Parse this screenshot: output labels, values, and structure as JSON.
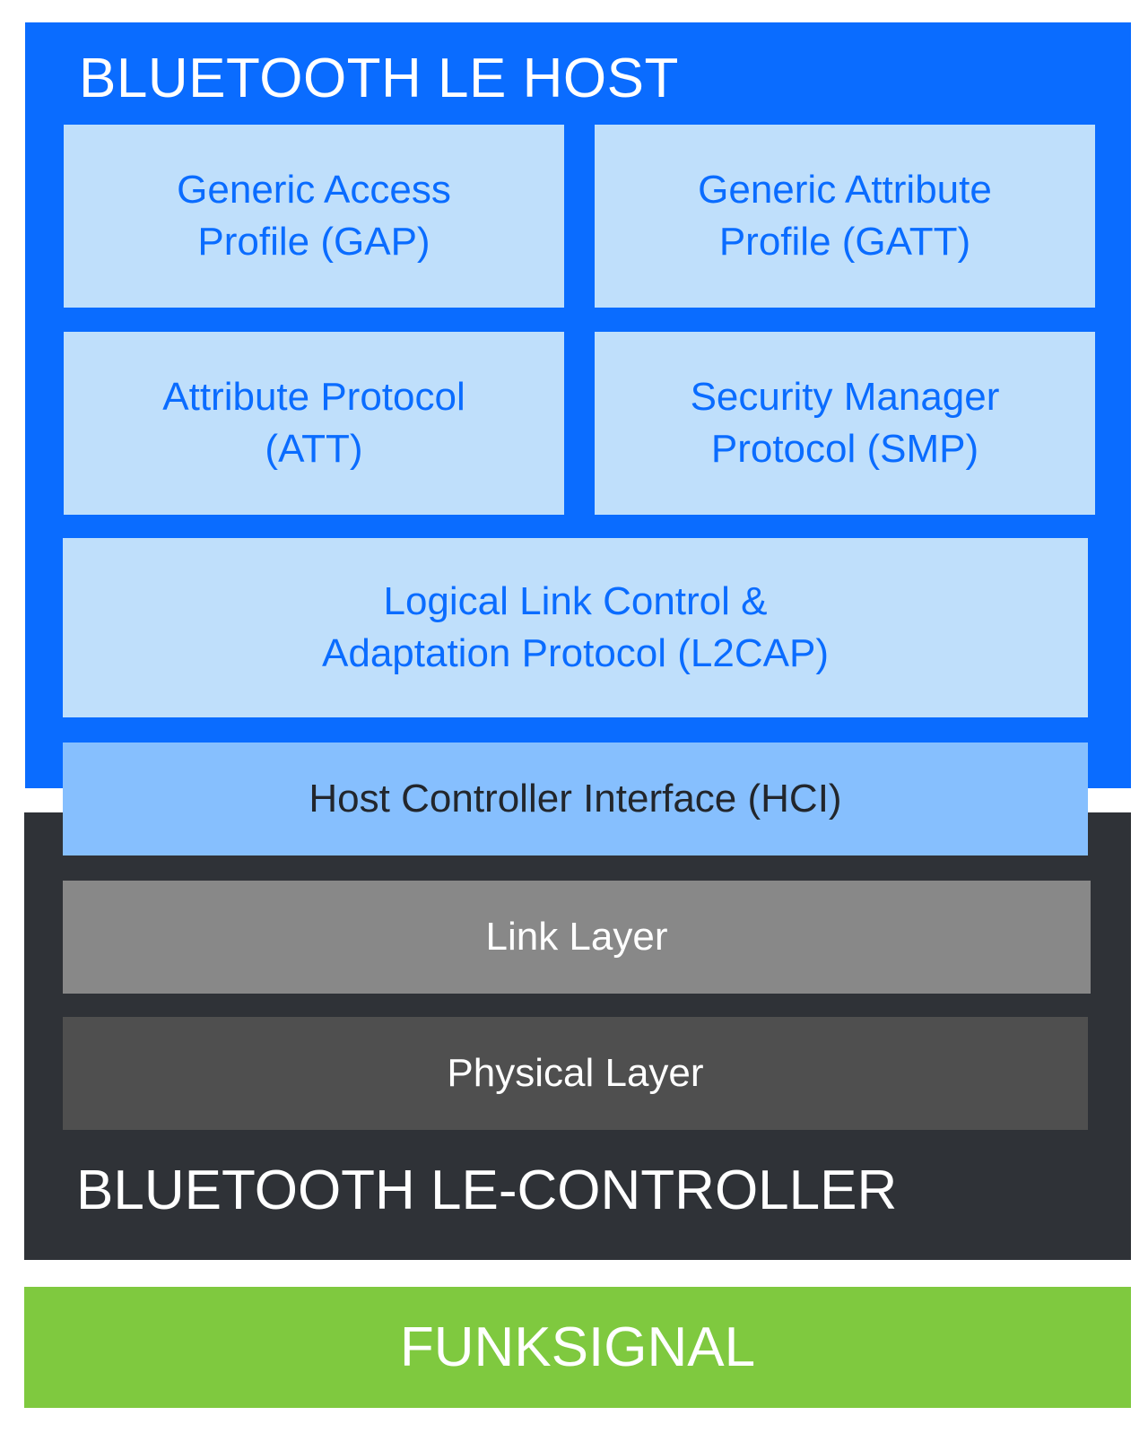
{
  "host": {
    "title": "BLUETOOTH LE HOST",
    "color": "#0a6cff",
    "blocks": {
      "gap": [
        "Generic Access",
        "Profile (GAP)"
      ],
      "gatt": [
        "Generic Attribute",
        "Profile (GATT)"
      ],
      "att": [
        "Attribute Protocol",
        "(ATT)"
      ],
      "smp": [
        "Security Manager",
        "Protocol (SMP)"
      ],
      "l2cap": [
        "Logical Link Control &",
        "Adaptation Protocol (L2CAP)"
      ]
    }
  },
  "hci": {
    "label": "Host Controller Interface (HCI)",
    "color": "#86bffe"
  },
  "controller": {
    "title": "BLUETOOTH LE-CONTROLLER",
    "color": "#2f3237",
    "link_layer": "Link Layer",
    "physical_layer": "Physical Layer"
  },
  "signal": {
    "label": "FUNKSIGNAL",
    "color": "#7fc93f"
  }
}
